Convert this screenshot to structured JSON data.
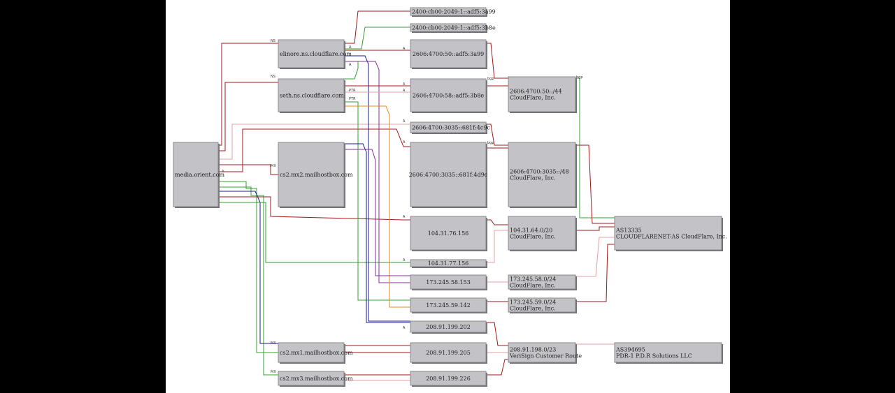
{
  "colors": {
    "background": "#ffffff",
    "frame": "#000000",
    "node_fill": "#c3c3c7",
    "edge_red": "#a01818",
    "edge_pink": "#e0a0a0",
    "edge_green": "#30a030",
    "edge_blue": "#1a1a90",
    "edge_purple": "#8a2ca0",
    "edge_orange": "#e08a20"
  },
  "nodes": [
    {
      "id": "media",
      "lines": [
        "media.orient.com"
      ]
    },
    {
      "id": "elinore",
      "lines": [
        "elinore.ns.cloudflare.com"
      ]
    },
    {
      "id": "seth",
      "lines": [
        "seth.ns.cloudflare.com"
      ]
    },
    {
      "id": "cs2mx2",
      "lines": [
        "cs2.mx2.mailhostbox.com"
      ]
    },
    {
      "id": "cs2mx1",
      "lines": [
        "cs2.mx1.mailhostbox.com"
      ]
    },
    {
      "id": "cs2mx3",
      "lines": [
        "cs2.mx3.mailhostbox.com"
      ]
    },
    {
      "id": "v6a",
      "lines": [
        "2400:cb00:2049:1::adf5:3a99"
      ]
    },
    {
      "id": "v6b",
      "lines": [
        "2400:cb00:2049:1::adf5:3b8e"
      ]
    },
    {
      "id": "v6c",
      "lines": [
        "2606:4700:50::adf5:3a99"
      ]
    },
    {
      "id": "v6d",
      "lines": [
        "2606:4700:58::adf5:3b8e"
      ]
    },
    {
      "id": "v6e",
      "lines": [
        "2606:4700:3035::681f:4c9c"
      ]
    },
    {
      "id": "v6f",
      "lines": [
        "2606:4700:3035::681f:4d9c"
      ]
    },
    {
      "id": "ip1",
      "lines": [
        "104.31.76.156"
      ]
    },
    {
      "id": "ip2",
      "lines": [
        "104.31.77.156"
      ]
    },
    {
      "id": "ip3",
      "lines": [
        "173.245.58.153"
      ]
    },
    {
      "id": "ip4",
      "lines": [
        "173.245.59.142"
      ]
    },
    {
      "id": "ip5",
      "lines": [
        "208.91.199.202"
      ]
    },
    {
      "id": "ip6",
      "lines": [
        "208.91.199.205"
      ]
    },
    {
      "id": "ip7",
      "lines": [
        "208.91.199.226"
      ]
    },
    {
      "id": "pfx1",
      "lines": [
        "2606:4700:50::/44",
        "CloudFlare, Inc."
      ]
    },
    {
      "id": "pfx2",
      "lines": [
        "2606:4700:3035::/48",
        "CloudFlare, Inc."
      ]
    },
    {
      "id": "pfx3",
      "lines": [
        "104.31.64.0/20",
        "CloudFlare, Inc."
      ]
    },
    {
      "id": "pfx4",
      "lines": [
        "173.245.58.0/24",
        "CloudFlare, Inc."
      ]
    },
    {
      "id": "pfx5",
      "lines": [
        "173.245.59.0/24",
        "CloudFlare, Inc."
      ]
    },
    {
      "id": "pfx6",
      "lines": [
        "208.91.198.0/23",
        "VeriSign Customer Route"
      ]
    },
    {
      "id": "as1",
      "lines": [
        "AS13335",
        "CLOUDFLARENET-AS CloudFlare, Inc."
      ]
    },
    {
      "id": "as2",
      "lines": [
        "AS394695",
        "PDR-1 P.D.R Solutions LLC"
      ]
    }
  ],
  "edge_labels": [
    "NS",
    "NS",
    "MX",
    "A",
    "MX",
    "MX",
    "A",
    "A",
    "A",
    "A",
    "PTR",
    "A",
    "PTR",
    "A",
    "A",
    "A",
    "A",
    "A",
    "bgp",
    "bgp",
    "bgp"
  ]
}
